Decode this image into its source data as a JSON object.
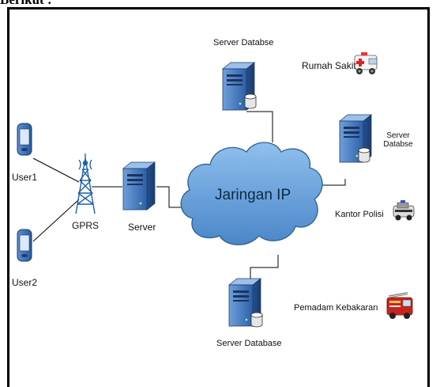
{
  "header_fragment": "Berikut :",
  "nodes": {
    "server_top": "Server Databse",
    "rumah_sakit": "Rumah Sakit",
    "server_right_line1": "Server",
    "server_right_line2": "Databse",
    "cloud": "Jaringan IP",
    "kantor_polisi": "Kantor Polisi",
    "pemadam": "Pemadam Kebakaran",
    "server_bottom": "Server Database",
    "user1": "User1",
    "user2": "User2",
    "gprs": "GPRS",
    "server_main": "Server"
  },
  "colors": {
    "cloud_fill": "#5b9bd5",
    "cloud_stroke": "#2e5f8f",
    "server_body": "#3c72b8",
    "phone_body": "#3a6fb5",
    "tower": "#1f5fa8",
    "line": "#000000"
  },
  "icons": [
    "server-icon",
    "phone-icon",
    "tower-icon",
    "cloud-icon",
    "ambulance-icon",
    "police-car-icon",
    "fire-truck-icon"
  ]
}
